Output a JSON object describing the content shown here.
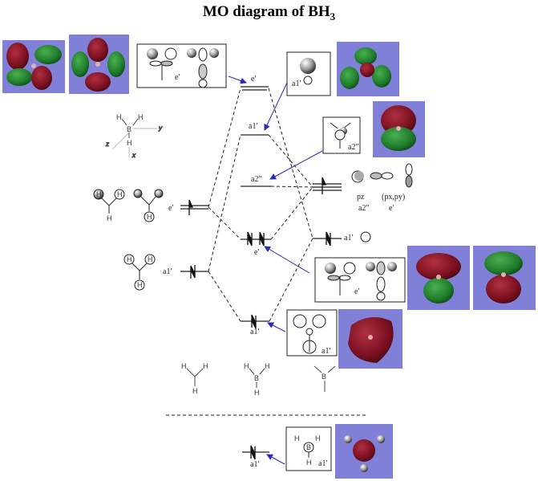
{
  "title": {
    "main": "MO diagram of BH",
    "sub": "3"
  },
  "colors": {
    "render_bg": "#8080d8",
    "lobe_red": "#7a1020",
    "lobe_green": "#1f7a2a",
    "arrow": "#2a2ab8",
    "line": "#222222"
  },
  "center_levels": {
    "e_star": {
      "label": "e'",
      "desc": "antibonding e' (degenerate)"
    },
    "a1_star": {
      "label": "a1'",
      "desc": "antibonding a1'"
    },
    "a2": {
      "label": "a2\"",
      "desc": "nonbonding a2\""
    },
    "e_bond": {
      "label": "e'",
      "electrons": 4
    },
    "a1_bond": {
      "label": "a1'",
      "electrons": 2
    },
    "core": {
      "label": "a1'",
      "electrons": 2
    }
  },
  "left_levels": {
    "e": {
      "label": "e'",
      "electrons": 1
    },
    "a1": {
      "label": "a1'",
      "electrons": 2
    }
  },
  "right_levels": {
    "p": {
      "electrons": 1,
      "orbital_labels": [
        "pz",
        "(px,py)"
      ],
      "sym_labels": [
        "a2\"",
        "e'"
      ]
    },
    "s": {
      "label": "a1'",
      "electrons": 2
    }
  },
  "boxes": {
    "e_star_box": {
      "label": "e'"
    },
    "a1_star_box": {
      "label": "a1'"
    },
    "a2_box": {
      "label": "a2\""
    },
    "e_bond_box": {
      "label": "e'"
    },
    "a1_bond_box": {
      "label": "a1'"
    },
    "core_box": {
      "label": "a1'",
      "atoms": [
        "H",
        "H",
        "B",
        "H"
      ]
    }
  },
  "fragments": {
    "h3": {
      "atoms": [
        "H",
        "H",
        "H"
      ]
    },
    "bh3": {
      "atoms": [
        "H",
        "H",
        "B",
        "H"
      ]
    },
    "b": {
      "atoms": [
        "B"
      ]
    },
    "axis_mol": {
      "atoms": [
        "H",
        "H",
        "B",
        "H"
      ],
      "axes": [
        "y",
        "z",
        "x"
      ]
    },
    "h_e_group_1": {
      "atoms": [
        "H",
        "H",
        "H"
      ]
    },
    "h_e_group_2": {
      "atoms": [
        "H"
      ]
    },
    "h_a1_group": {
      "atoms": [
        "H",
        "H",
        "H"
      ]
    }
  }
}
